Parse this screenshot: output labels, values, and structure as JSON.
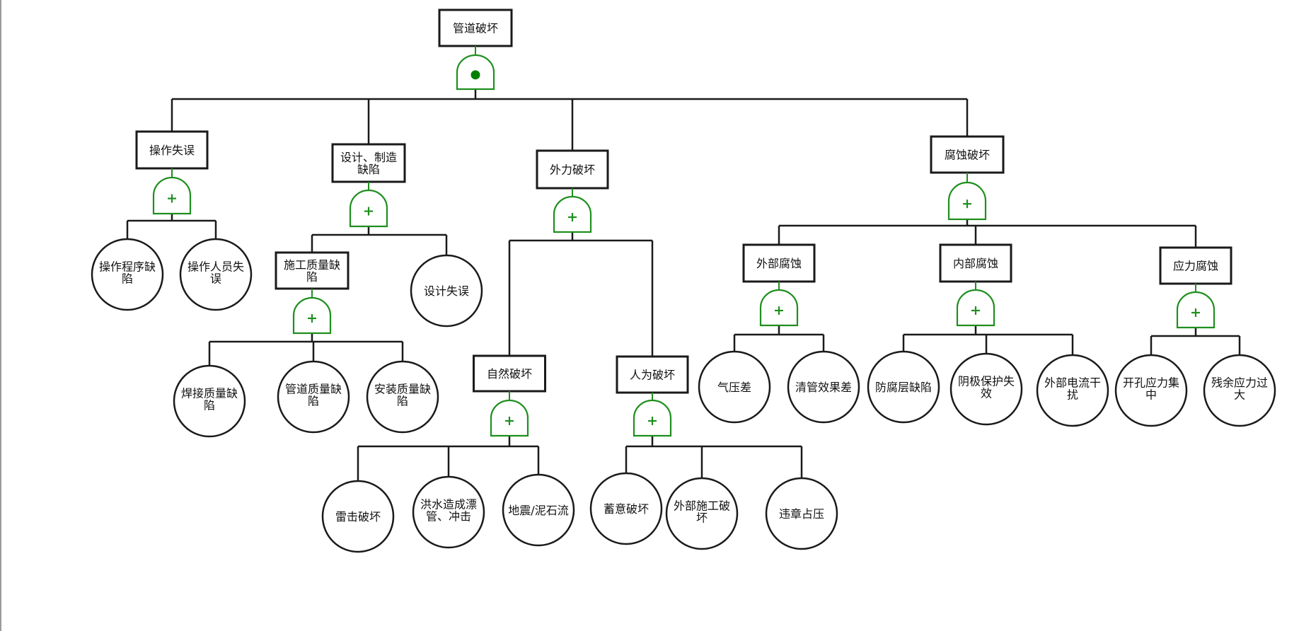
{
  "diagram": {
    "type": "fault-tree",
    "colors": {
      "gate": "#1f8f1f",
      "gate_dot": "#008000",
      "line": "#1a1a1a",
      "border": "#9a9a9a"
    },
    "nodes": [
      {
        "id": "top",
        "kind": "event",
        "label": [
          "管道破坏"
        ],
        "gate": "and"
      },
      {
        "id": "op_err",
        "kind": "event",
        "label": [
          "操作失误"
        ],
        "gate": "or",
        "parent": "top"
      },
      {
        "id": "op_proc",
        "kind": "basic",
        "label": [
          "操作程序缺",
          "陷"
        ],
        "parent": "op_err"
      },
      {
        "id": "op_person",
        "kind": "basic",
        "label": [
          "操作人员失",
          "误"
        ],
        "parent": "op_err"
      },
      {
        "id": "design_mfg",
        "kind": "event",
        "label": [
          "设计、制造",
          "缺陷"
        ],
        "gate": "or",
        "parent": "top"
      },
      {
        "id": "construct_q",
        "kind": "event",
        "label": [
          "施工质量缺",
          "陷"
        ],
        "gate": "or",
        "parent": "design_mfg"
      },
      {
        "id": "weld_q",
        "kind": "basic",
        "label": [
          "焊接质量缺",
          "陷"
        ],
        "parent": "construct_q"
      },
      {
        "id": "pipe_q",
        "kind": "basic",
        "label": [
          "管道质量缺",
          "陷"
        ],
        "parent": "construct_q"
      },
      {
        "id": "install_q",
        "kind": "basic",
        "label": [
          "安装质量缺",
          "陷"
        ],
        "parent": "construct_q"
      },
      {
        "id": "design_err",
        "kind": "basic",
        "label": [
          "设计失误"
        ],
        "parent": "design_mfg"
      },
      {
        "id": "ext_force",
        "kind": "event",
        "label": [
          "外力破坏"
        ],
        "gate": "or",
        "parent": "top"
      },
      {
        "id": "natural",
        "kind": "event",
        "label": [
          "自然破坏"
        ],
        "gate": "or",
        "parent": "ext_force"
      },
      {
        "id": "lightning",
        "kind": "basic",
        "label": [
          "雷击破坏"
        ],
        "parent": "natural"
      },
      {
        "id": "flood",
        "kind": "basic",
        "label": [
          "洪水造成漂",
          "管、冲击"
        ],
        "parent": "natural"
      },
      {
        "id": "quake",
        "kind": "basic",
        "label": [
          "地震/泥石流"
        ],
        "parent": "natural"
      },
      {
        "id": "human",
        "kind": "event",
        "label": [
          "人为破坏"
        ],
        "gate": "or",
        "parent": "ext_force"
      },
      {
        "id": "deliberate",
        "kind": "basic",
        "label": [
          "蓄意破坏"
        ],
        "parent": "human"
      },
      {
        "id": "ext_construct",
        "kind": "basic",
        "label": [
          "外部施工破",
          "坏"
        ],
        "parent": "human"
      },
      {
        "id": "illegal_occupy",
        "kind": "basic",
        "label": [
          "违章占压"
        ],
        "parent": "human"
      },
      {
        "id": "corrosion",
        "kind": "event",
        "label": [
          "腐蚀破坏"
        ],
        "gate": "or",
        "parent": "top"
      },
      {
        "id": "ext_corr",
        "kind": "event",
        "label": [
          "外部腐蚀"
        ],
        "gate": "or",
        "parent": "corrosion"
      },
      {
        "id": "pressure_diff",
        "kind": "basic",
        "label": [
          "气压差"
        ],
        "parent": "ext_corr"
      },
      {
        "id": "pigging",
        "kind": "basic",
        "label": [
          "清管效果差"
        ],
        "parent": "ext_corr"
      },
      {
        "id": "int_corr",
        "kind": "event",
        "label": [
          "内部腐蚀"
        ],
        "gate": "or",
        "parent": "corrosion"
      },
      {
        "id": "coating",
        "kind": "basic",
        "label": [
          "防腐层缺陷"
        ],
        "parent": "int_corr"
      },
      {
        "id": "cathodic",
        "kind": "basic",
        "label": [
          "阴极保护失",
          "效"
        ],
        "parent": "int_corr"
      },
      {
        "id": "stray_current",
        "kind": "basic",
        "label": [
          "外部电流干",
          "扰"
        ],
        "parent": "int_corr"
      },
      {
        "id": "stress_corr",
        "kind": "event",
        "label": [
          "应力腐蚀"
        ],
        "gate": "or",
        "parent": "corrosion"
      },
      {
        "id": "hole_stress",
        "kind": "basic",
        "label": [
          "开孔应力集",
          "中"
        ],
        "parent": "stress_corr"
      },
      {
        "id": "residual_stress",
        "kind": "basic",
        "label": [
          "残余应力过",
          "大"
        ],
        "parent": "stress_corr"
      }
    ]
  }
}
